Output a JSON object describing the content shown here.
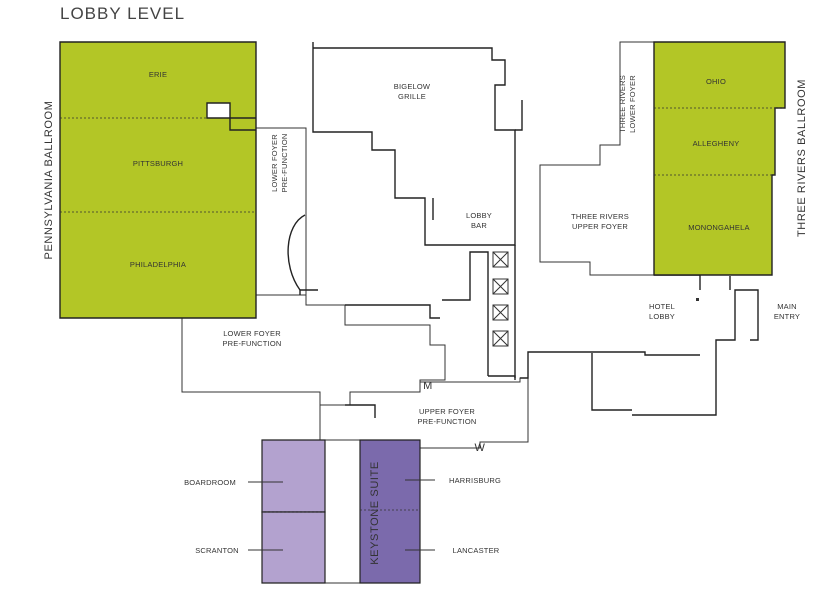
{
  "title": "LOBBY LEVEL",
  "colors": {
    "ballroom": "#b3c626",
    "boardroom": "#b3a2cf",
    "keystone": "#7b6aac",
    "corridor": "#e6e9ec",
    "wall": "#222222"
  },
  "pennsylvania": {
    "title": "PENNSYLVANIA BALLROOM",
    "rooms": [
      "ERIE",
      "PITTSBURGH",
      "PHILADELPHIA"
    ]
  },
  "three_rivers": {
    "title": "THREE RIVERS BALLROOM",
    "rooms": [
      "OHIO",
      "ALLEGHENY",
      "MONONGAHELA"
    ]
  },
  "keystone": {
    "title": "KEYSTONE SUITE",
    "rooms": [
      "HARRISBURG",
      "LANCASTER"
    ]
  },
  "west_rooms": [
    "BOARDROOM",
    "SCRANTON"
  ],
  "areas": {
    "bigelow": [
      "BIGELOW",
      "GRILLE"
    ],
    "lobby_bar": [
      "LOBBY",
      "BAR"
    ],
    "lower_foyer_left": [
      "LOWER FOYER",
      "PRE-FUNCTION"
    ],
    "lower_foyer_vertical": [
      "LOWER FOYER",
      "PRE-FUNCTION"
    ],
    "upper_foyer": [
      "UPPER FOYER",
      "PRE-FUNCTION"
    ],
    "three_rivers_lower": [
      "THREE RIVERS",
      "LOWER FOYER"
    ],
    "three_rivers_upper": [
      "THREE RIVERS",
      "UPPER FOYER"
    ],
    "hotel_lobby": [
      "HOTEL",
      "LOBBY"
    ],
    "main_entry": [
      "MAIN",
      "ENTRY"
    ]
  },
  "restrooms": {
    "men": "M",
    "women": "W"
  }
}
